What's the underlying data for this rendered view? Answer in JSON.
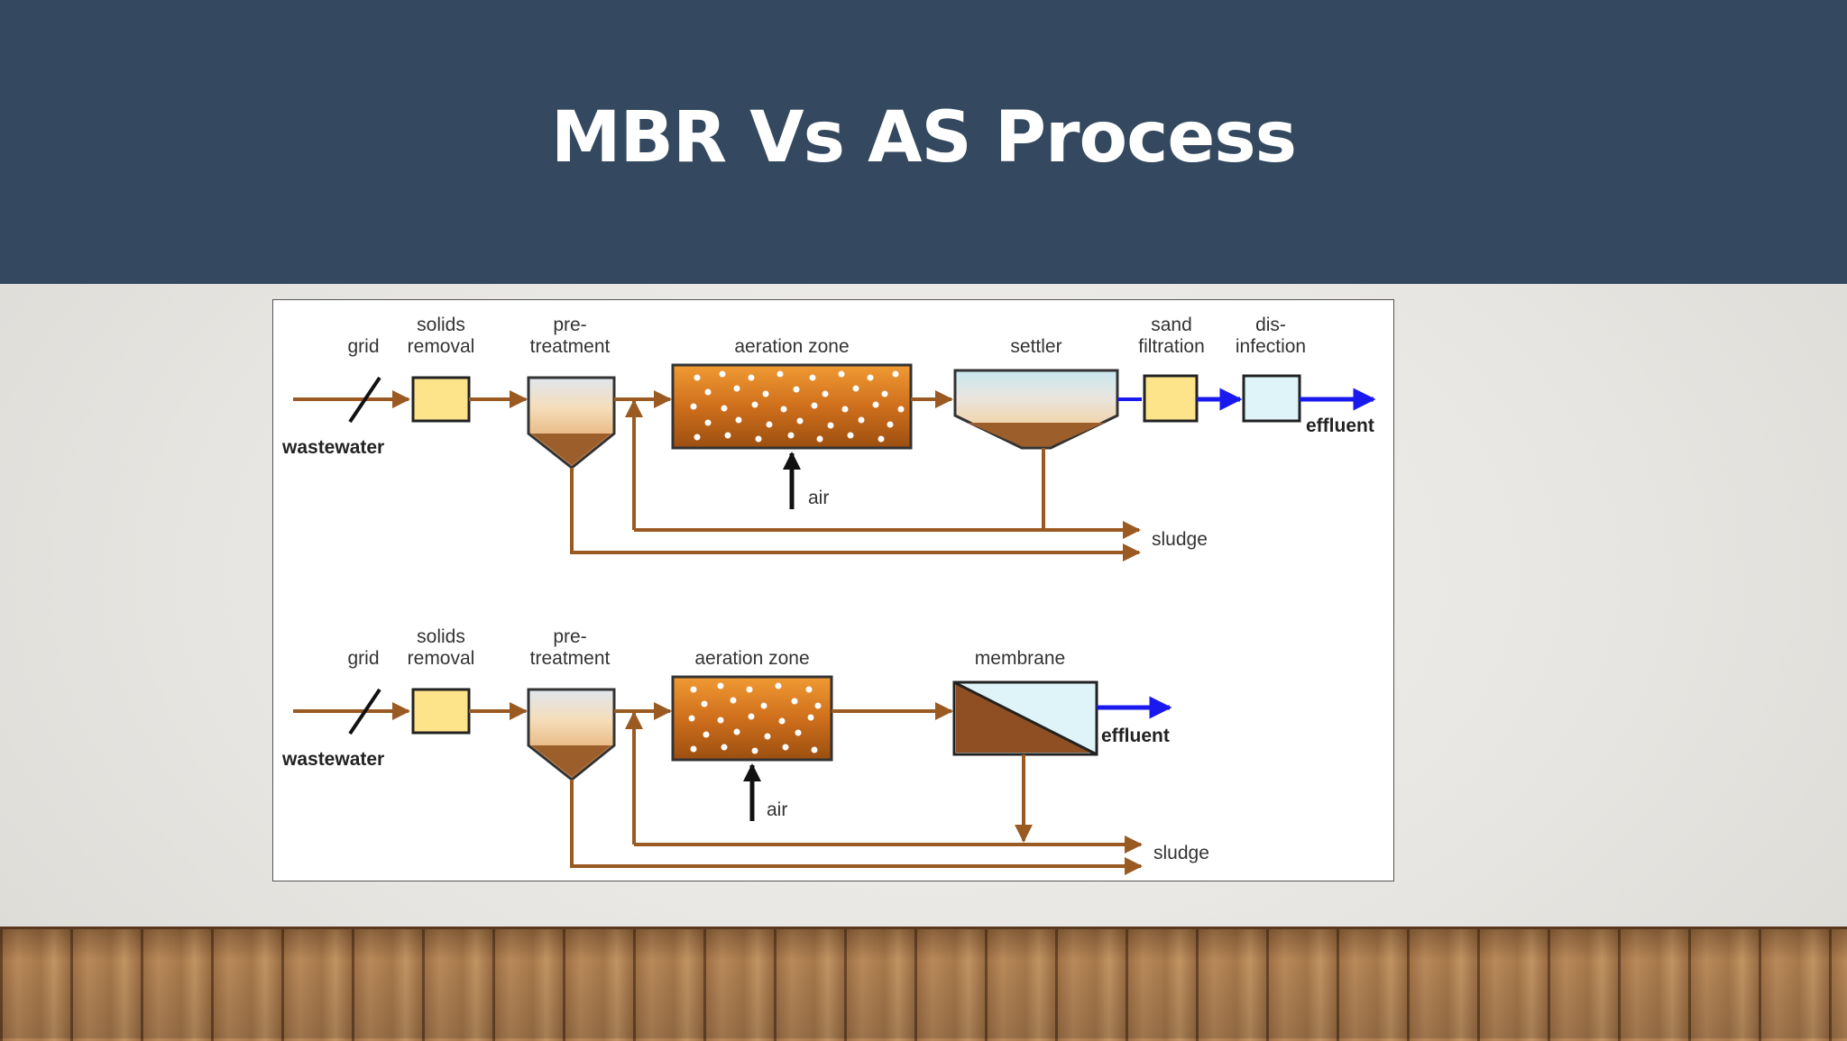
{
  "title": "MBR Vs AS Process",
  "colors": {
    "header": "#34495f",
    "sludge_line": "#9a5a22",
    "effluent_arrow": "#1a1aee",
    "basin": "#d2761a",
    "filter_box": "#fde48a",
    "disinfection_box": "#dff4f8"
  },
  "as_process": {
    "grid": "grid",
    "solids_removal": [
      "solids",
      "removal"
    ],
    "pretreatment": [
      "pre-",
      "treatment"
    ],
    "aeration_zone": "aeration zone",
    "settler": "settler",
    "sand_filtration": [
      "sand",
      "filtration"
    ],
    "disinfection": [
      "dis-",
      "infection"
    ],
    "wastewater": "wastewater",
    "air": "air",
    "effluent": "effluent",
    "sludge": "sludge"
  },
  "mbr_process": {
    "grid": "grid",
    "solids_removal": [
      "solids",
      "removal"
    ],
    "pretreatment": [
      "pre-",
      "treatment"
    ],
    "aeration_zone": "aeration zone",
    "membrane": "membrane",
    "wastewater": "wastewater",
    "air": "air",
    "effluent": "effluent",
    "sludge": "sludge"
  }
}
